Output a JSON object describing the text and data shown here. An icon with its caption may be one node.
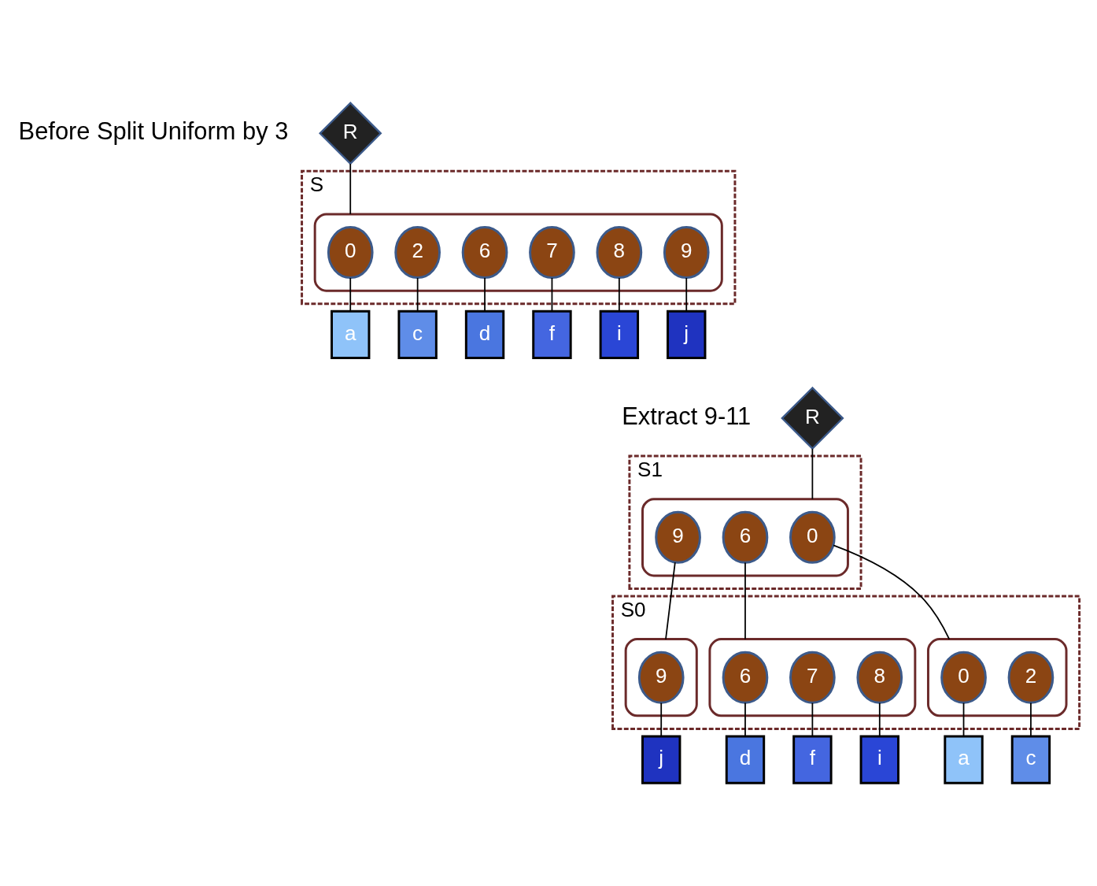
{
  "diagram": {
    "nodes": [
      {
        "text": [
          "R"
        ]
      },
      {
        "text": [
          "S"
        ]
      },
      {
        "text": [],
        "shape": "ellipse",
        "in": 1
      },
      {
        "text": [
          "0"
        ],
        "in": 2
      },
      {
        "text": [
          "2"
        ],
        "in": 2
      },
      {
        "text": [
          "6"
        ],
        "in": 2
      },
      {
        "text": [
          "7"
        ],
        "in": 2
      },
      {
        "text": [
          "8"
        ],
        "in": 2
      },
      {
        "text": [
          "9"
        ],
        "in": 2
      },
      {
        "text": [
          "a"
        ]
      },
      {
        "text": [
          "c"
        ]
      },
      {
        "text": [
          "d"
        ]
      },
      {
        "text": [
          "f"
        ]
      },
      {
        "text": [
          "i"
        ]
      },
      {
        "text": [
          "j"
        ]
      },
      {
        "text": [
          "R"
        ]
      },
      {
        "text": [
          "S1"
        ]
      },
      {
        "text": [],
        "shape": "ellipse",
        "in": 16
      },
      {
        "text": [
          "0"
        ],
        "in": 17
      },
      {
        "text": [
          "6"
        ],
        "in": 17
      },
      {
        "text": [
          "9"
        ],
        "in": 17
      },
      {
        "text": [
          "S0"
        ]
      },
      {
        "text": [],
        "shape": "ellipse",
        "in": 21
      },
      {
        "text": [
          "0"
        ],
        "in": 22
      },
      {
        "text": [
          "2"
        ],
        "in": 22
      },
      {
        "text": [],
        "shape": "ellipse",
        "in": 21
      },
      {
        "text": [
          "6"
        ],
        "in": 25
      },
      {
        "text": [
          "7"
        ],
        "in": 25
      },
      {
        "text": [
          "8"
        ],
        "in": 25
      },
      {
        "text": [],
        "shape": "ellipse",
        "in": 21
      },
      {
        "text": [
          "9"
        ],
        "in": 29
      },
      {
        "text": [
          "a"
        ]
      },
      {
        "text": [
          "c"
        ]
      },
      {
        "text": [
          "d"
        ]
      },
      {
        "text": [
          "f"
        ]
      },
      {
        "text": [
          "i"
        ]
      },
      {
        "text": [
          "j"
        ]
      }
    ],
    "edges": [
      {
        "from": 0,
        "to": 2,
        "arrow": "none"
      },
      {
        "from": 3,
        "to": 9,
        "arrow": "none"
      },
      {
        "from": 4,
        "to": 10,
        "arrow": "none"
      },
      {
        "from": 5,
        "to": 11,
        "arrow": "none"
      },
      {
        "from": 6,
        "to": 12,
        "arrow": "none"
      },
      {
        "from": 7,
        "to": 13,
        "arrow": "none"
      },
      {
        "from": 8,
        "to": 14,
        "arrow": "none"
      },
      {
        "from": 15,
        "to": 17,
        "arrow": "none"
      },
      {
        "from": 18,
        "to": 22,
        "arrow": "none"
      },
      {
        "from": 19,
        "to": 25,
        "arrow": "none"
      },
      {
        "from": 20,
        "to": 29,
        "arrow": "none"
      },
      {
        "from": 23,
        "to": 31,
        "arrow": "none"
      },
      {
        "from": 24,
        "to": 32,
        "arrow": "none"
      },
      {
        "from": 26,
        "to": 33,
        "arrow": "none"
      },
      {
        "from": 27,
        "to": 34,
        "arrow": "none"
      },
      {
        "from": 28,
        "to": 35,
        "arrow": "none"
      },
      {
        "from": 30,
        "to": 36,
        "arrow": "none"
      }
    ],
    "labels": [
      "Before Split Uniform by 3",
      "Extract 9-11"
    ]
  }
}
